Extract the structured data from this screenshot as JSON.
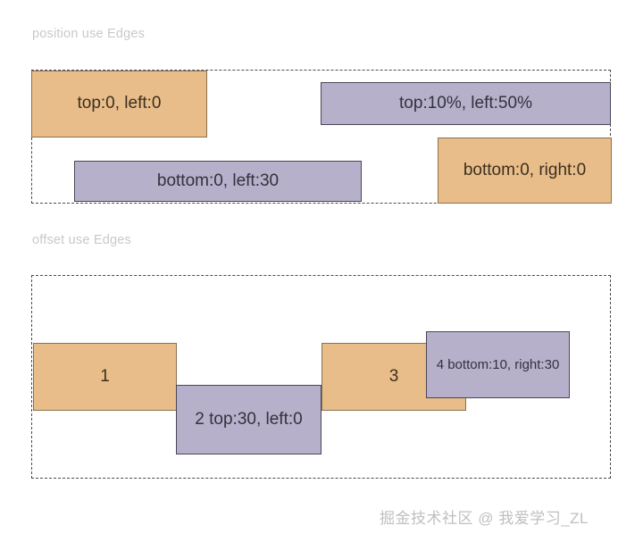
{
  "sections": [
    {
      "label": "position use Edges",
      "boxes": [
        {
          "name": "box-top-left",
          "text": "top:0, left:0",
          "color": "orange"
        },
        {
          "name": "box-top-pct",
          "text": "top:10%, left:50%",
          "color": "purple"
        },
        {
          "name": "box-bottom-left30",
          "text": "bottom:0, left:30",
          "color": "purple"
        },
        {
          "name": "box-bottom-right0",
          "text": "bottom:0, right:0",
          "color": "orange"
        }
      ]
    },
    {
      "label": "offset use Edges",
      "boxes": [
        {
          "name": "box-1",
          "text": "1",
          "color": "orange"
        },
        {
          "name": "box-2",
          "text": "2 top:30, left:0",
          "color": "purple"
        },
        {
          "name": "box-3",
          "text": "3",
          "color": "orange"
        },
        {
          "name": "box-4",
          "text": "4 bottom:10, right:30",
          "color": "purple"
        }
      ]
    }
  ],
  "watermark": "掘金技术社区 @ 我爱学习_ZL",
  "colors": {
    "orange_fill": "#e8bd8a",
    "orange_border": "#8a7250",
    "purple_fill": "#b6b0ca",
    "purple_border": "#4b4657",
    "container_border": "#4a4a4a",
    "label_text": "#c9c9c9",
    "watermark_text": "#bfbfbf",
    "background": "#ffffff"
  }
}
